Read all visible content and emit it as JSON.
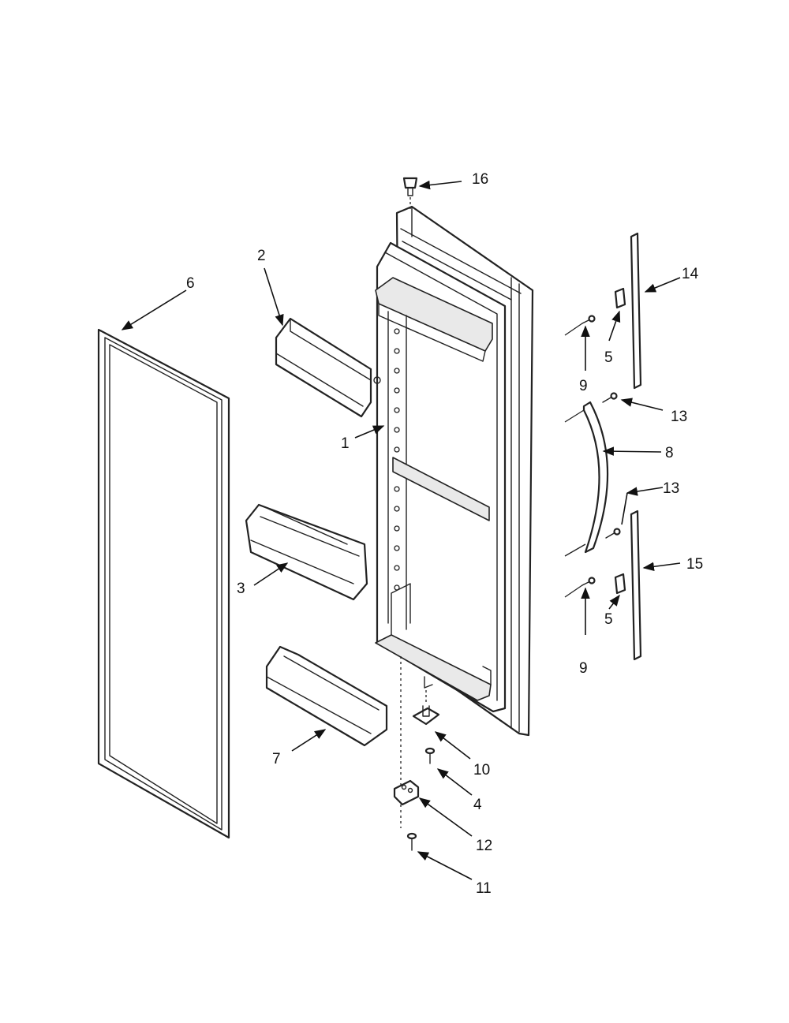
{
  "callouts": {
    "c1": "1",
    "c2": "2",
    "c3": "3",
    "c4": "4",
    "c5a": "5",
    "c5b": "5",
    "c6": "6",
    "c7": "7",
    "c8": "8",
    "c9a": "9",
    "c9b": "9",
    "c10": "10",
    "c11": "11",
    "c12": "12",
    "c13a": "13",
    "c13b": "13",
    "c14": "14",
    "c15": "15",
    "c16": "16"
  }
}
